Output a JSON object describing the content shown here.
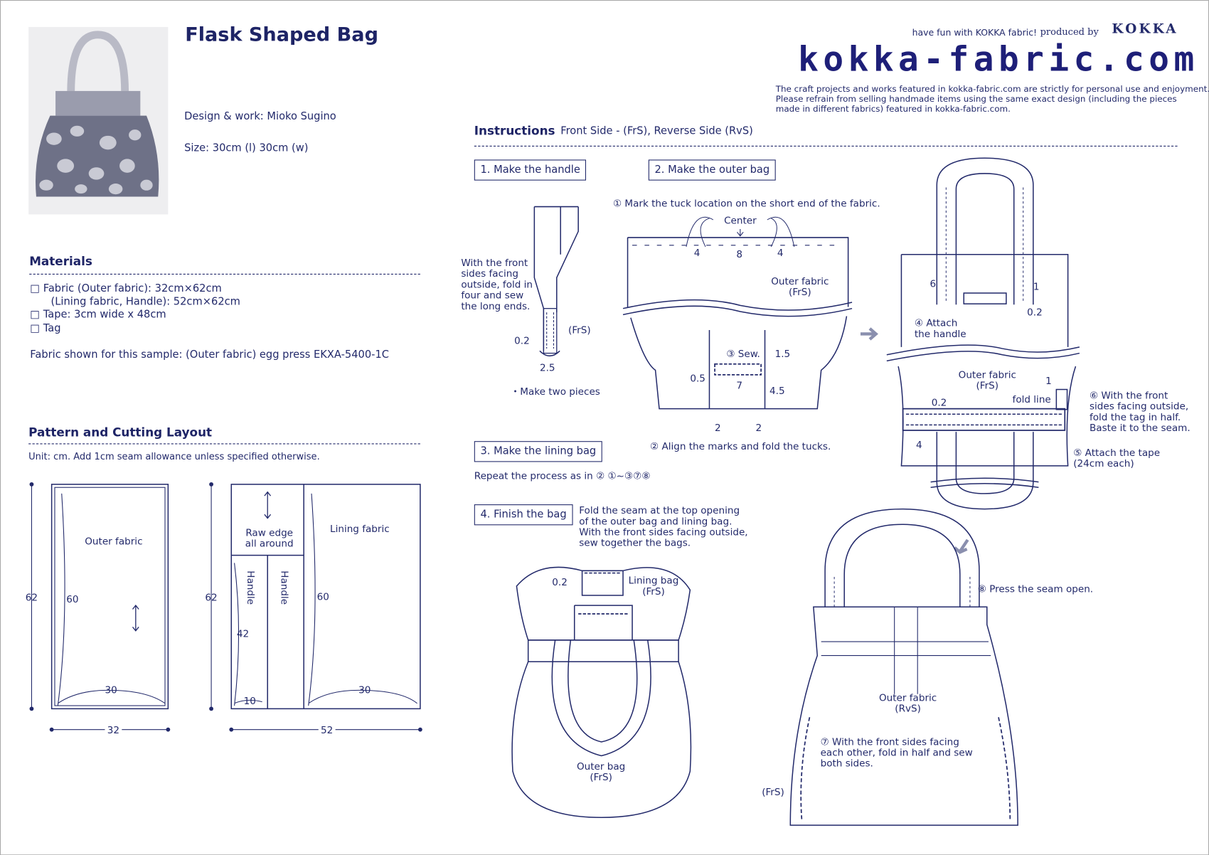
{
  "header": {
    "title": "Flask Shaped Bag",
    "design_credit": "Design & work: Mioko Sugino",
    "size": "Size: 30cm (l)  30cm (w)",
    "tagline": "have fun with KOKKA fabric!",
    "produced_by": "produced by",
    "brand": "KOKKA",
    "site_logo": "kokka-fabric.com",
    "disclaimer": [
      "The craft projects and works featured in kokka-fabric.com are strictly for personal use and enjoyment.",
      "Please refrain from selling handmade items using the same exact design (including the pieces",
      "made in different fabrics) featured in kokka-fabric.com."
    ]
  },
  "materials": {
    "heading": "Materials",
    "items": [
      "□ Fabric (Outer fabric): 32cm×62cm",
      "(Lining fabric, Handle): 52cm×62cm",
      "□ Tape: 3cm wide x 48cm",
      "□ Tag"
    ],
    "fabric_sample": "Fabric shown for this sample: (Outer fabric) egg press EKXA-5400-1C"
  },
  "pattern": {
    "heading": "Pattern and Cutting Layout",
    "unit_note": "Unit: cm.  Add 1cm seam allowance unless specified otherwise.",
    "outer": {
      "label": "Outer fabric",
      "height": "62",
      "inner_height": "60",
      "inner_width": "30",
      "width": "32"
    },
    "lining": {
      "height": "62",
      "raw_edge": [
        "Raw edge",
        "all around"
      ],
      "label": "Lining fabric",
      "handle1": "Handle",
      "handle2": "Handle",
      "handle_len": "42",
      "handle_w": "10",
      "inner_height": "60",
      "inner_width": "30",
      "width": "52"
    }
  },
  "instructions": {
    "heading": "Instructions",
    "legend": "Front Side - (FrS), Reverse Side (RvS)",
    "step1": {
      "title": "1. Make the handle",
      "note": [
        "With the front",
        "sides facing",
        "outside, fold in",
        "four and sew",
        "the long ends."
      ],
      "frs": "(FrS)",
      "seam": "0.2",
      "width": "2.5",
      "pieces": "・Make two pieces"
    },
    "step2": {
      "title": "2. Make the outer bag",
      "mark": "① Mark the tuck location on the short end of the fabric.",
      "center": "Center",
      "d1": "4",
      "d2": "8",
      "d3": "4",
      "fabric": [
        "Outer fabric",
        "(FrS)"
      ],
      "sew": "③ Sew.",
      "d4": "1.5",
      "d5": "0.5",
      "d6": "7",
      "d7": "4.5",
      "d8": "2",
      "d9": "2",
      "align": "② Align the marks and fold the tucks.",
      "r6": "6",
      "r1": "1",
      "r02": "0.2",
      "attach": [
        "④ Attach",
        "the handle"
      ],
      "fabric2": [
        "Outer fabric",
        "(FrS)"
      ],
      "tag1": "1",
      "fold_line": "fold line",
      "tape02": "0.2",
      "tag_note": [
        "⑥ With the front",
        "sides facing outside,",
        "fold the tag in half.",
        "Baste it to the seam."
      ],
      "r4": "4",
      "tape_note": [
        "⑤ Attach the tape",
        "(24cm each)"
      ]
    },
    "step3": {
      "title": "3. Make the lining bag",
      "note": "Repeat the process as in ② ①~③⑦⑧"
    },
    "step4": {
      "title": "4. Finish the bag",
      "note": [
        "Fold the seam at the top opening",
        "of the outer bag and lining bag.",
        "With the front sides facing outside,",
        "sew together the bags."
      ],
      "seam": "0.2",
      "lining": [
        "Lining bag",
        "(FrS)"
      ],
      "outer": [
        "Outer bag",
        "(FrS)"
      ],
      "press": "⑧ Press the seam open.",
      "fabric": [
        "Outer fabric",
        "(RvS)"
      ],
      "fold_note": [
        "⑦ With the front sides facing",
        "each other, fold in half and sew",
        "both sides."
      ],
      "frs": "(FrS)"
    }
  },
  "colors": {
    "ink": "#232a6b",
    "arrow": "#8a8fae"
  }
}
